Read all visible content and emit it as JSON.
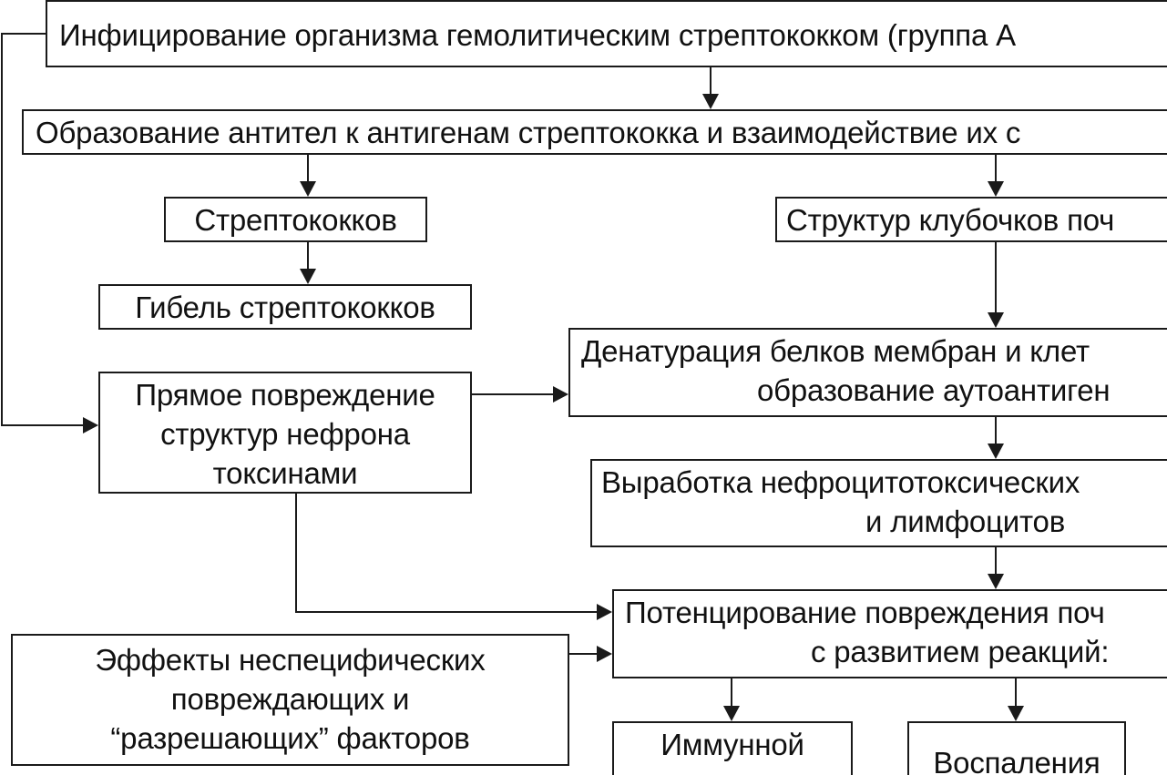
{
  "nodes": {
    "infection": {
      "lines": [
        "Инфицирование организма гемолитическим стрептококком (группа А"
      ]
    },
    "antibodies": {
      "lines": [
        "Образование антител к антигенам стрептококка и взаимодействие их с"
      ]
    },
    "streptococci": {
      "lines": [
        "Стрептококков"
      ]
    },
    "glomerular_structures": {
      "lines": [
        "Структур клубочков поч"
      ]
    },
    "strep_death": {
      "lines": [
        "Гибель стрептококков"
      ]
    },
    "denaturation": {
      "lines": [
        "Денатурация белков мембран и клет",
        "образование аутоантиген"
      ]
    },
    "direct_damage": {
      "lines": [
        "Прямое повреждение",
        "структур нефрона",
        "токсинами"
      ]
    },
    "production": {
      "lines": [
        "Выработка нефроцитотоксических",
        "и лимфоцитов"
      ]
    },
    "potentiation": {
      "lines": [
        "Потенцирование повреждения поч",
        "с развитием реакций:"
      ]
    },
    "nonspecific_effects": {
      "lines": [
        "Эффекты неспецифических",
        "повреждающих и",
        "“разрешающих” факторов"
      ]
    },
    "immune": {
      "lines": [
        "Иммунной"
      ]
    },
    "inflammation": {
      "lines": [
        "Воспаления"
      ]
    }
  }
}
